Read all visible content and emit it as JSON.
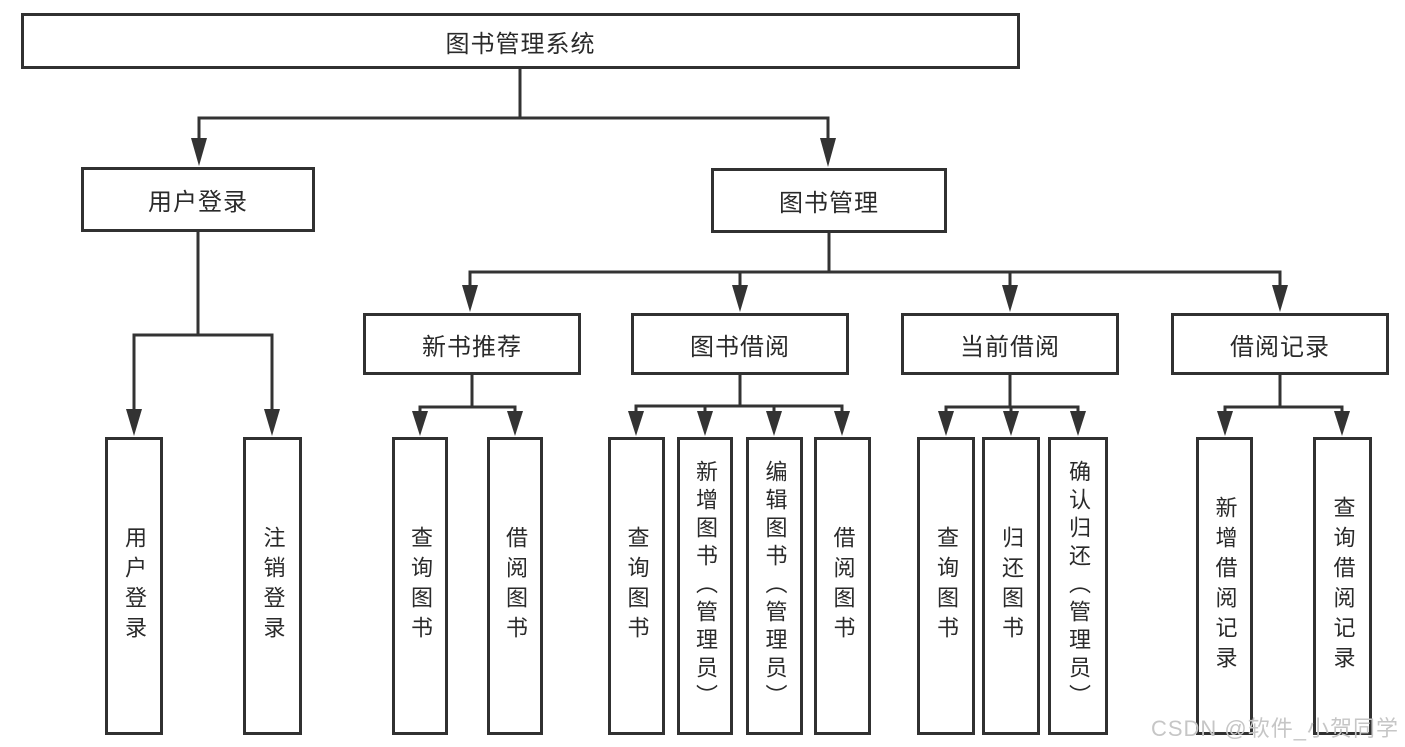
{
  "diagram": {
    "root": {
      "label": "图书管理系统"
    },
    "branches": {
      "user_login": {
        "label": "用户登录",
        "children": [
          {
            "label": "用户登录"
          },
          {
            "label": "注销登录"
          }
        ]
      },
      "book_management": {
        "label": "图书管理",
        "sections": [
          {
            "label": "新书推荐",
            "children": [
              {
                "label": "查询图书"
              },
              {
                "label": "借阅图书"
              }
            ]
          },
          {
            "label": "图书借阅",
            "children": [
              {
                "label": "查询图书"
              },
              {
                "label": "新增图书（管理员）"
              },
              {
                "label": "编辑图书（管理员）"
              },
              {
                "label": "借阅图书"
              }
            ]
          },
          {
            "label": "当前借阅",
            "children": [
              {
                "label": "查询图书"
              },
              {
                "label": "归还图书"
              },
              {
                "label": "确认归还（管理员）"
              }
            ]
          },
          {
            "label": "借阅记录",
            "children": [
              {
                "label": "新增借阅记录"
              },
              {
                "label": "查询借阅记录"
              }
            ]
          }
        ]
      }
    },
    "colors": {
      "line": "#333333",
      "box_border": "#313131",
      "text": "#2a2a2a",
      "watermark": "#c6c6c6",
      "background": "#ffffff"
    }
  },
  "watermark": {
    "text": "CSDN @软件_小贺同学"
  }
}
